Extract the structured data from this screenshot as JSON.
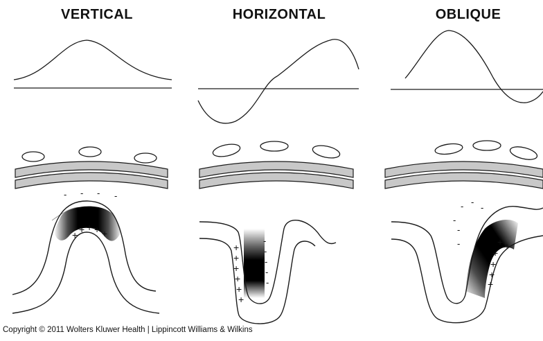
{
  "columns": [
    {
      "title": "VERTICAL"
    },
    {
      "title": "HORIZONTAL"
    },
    {
      "title": "OBLIQUE"
    }
  ],
  "charge_symbols": {
    "positive": "+",
    "negative": "-"
  },
  "copyright": "Copyright © 2011 Wolters Kluwer Health | Lippincott Williams & Wilkins",
  "colors": {
    "line": "#1a1a1a",
    "band_fill": "#c8c8c8",
    "source_dark": "#000000"
  }
}
